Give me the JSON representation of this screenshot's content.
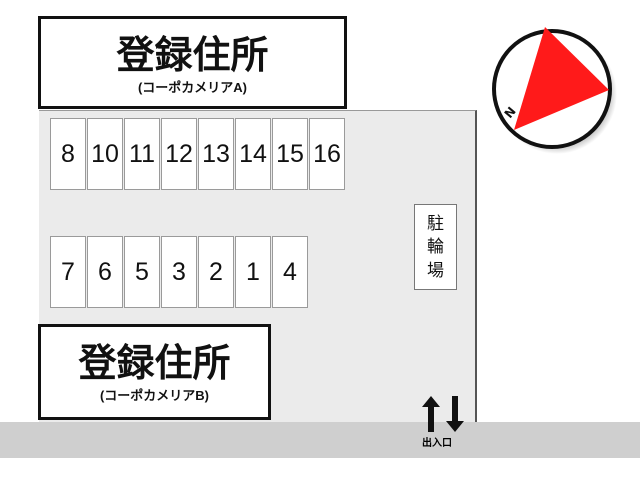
{
  "buildings": {
    "a": {
      "name": "登録住所",
      "sub": "(コーポカメリアA)"
    },
    "b": {
      "name": "登録住所",
      "sub": "(コーポカメリアB)"
    }
  },
  "parking": {
    "top_row": [
      "8",
      "10",
      "11",
      "12",
      "13",
      "14",
      "15",
      "16"
    ],
    "bottom_row": [
      "7",
      "6",
      "5",
      "3",
      "2",
      "1",
      "4"
    ]
  },
  "bicycle_parking": {
    "chars": [
      "駐",
      "輪",
      "場"
    ]
  },
  "entrance": {
    "label": "出入口"
  },
  "compass": {
    "north_label": "N",
    "pointer_color": "#ff1a1a"
  },
  "colors": {
    "lot": "#ebebeb",
    "road": "#cfcfcf"
  }
}
